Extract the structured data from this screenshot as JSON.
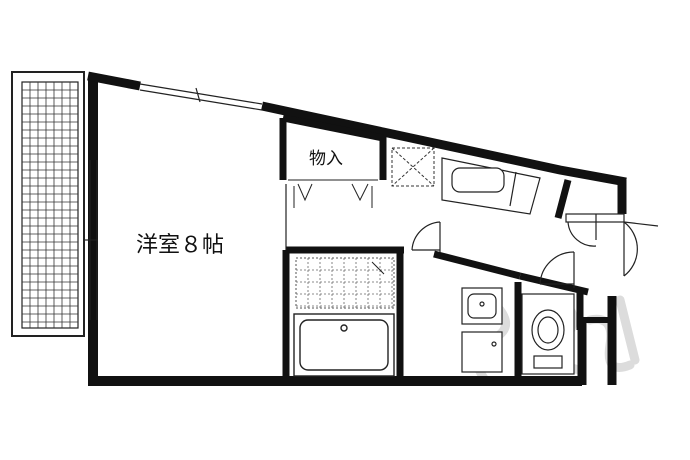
{
  "rooms": {
    "western_room_label": "洋室８帖",
    "closet_label": "物入"
  },
  "colors": {
    "wall": "#111111",
    "line": "#222222",
    "tile": "#555555",
    "watermark": "#d9d9d9"
  },
  "icons": [
    "balcony-grid",
    "closet-icon",
    "kitchen-sink-icon",
    "bathtub-icon",
    "washbasin-icon",
    "toilet-icon",
    "door-swing-icon"
  ]
}
